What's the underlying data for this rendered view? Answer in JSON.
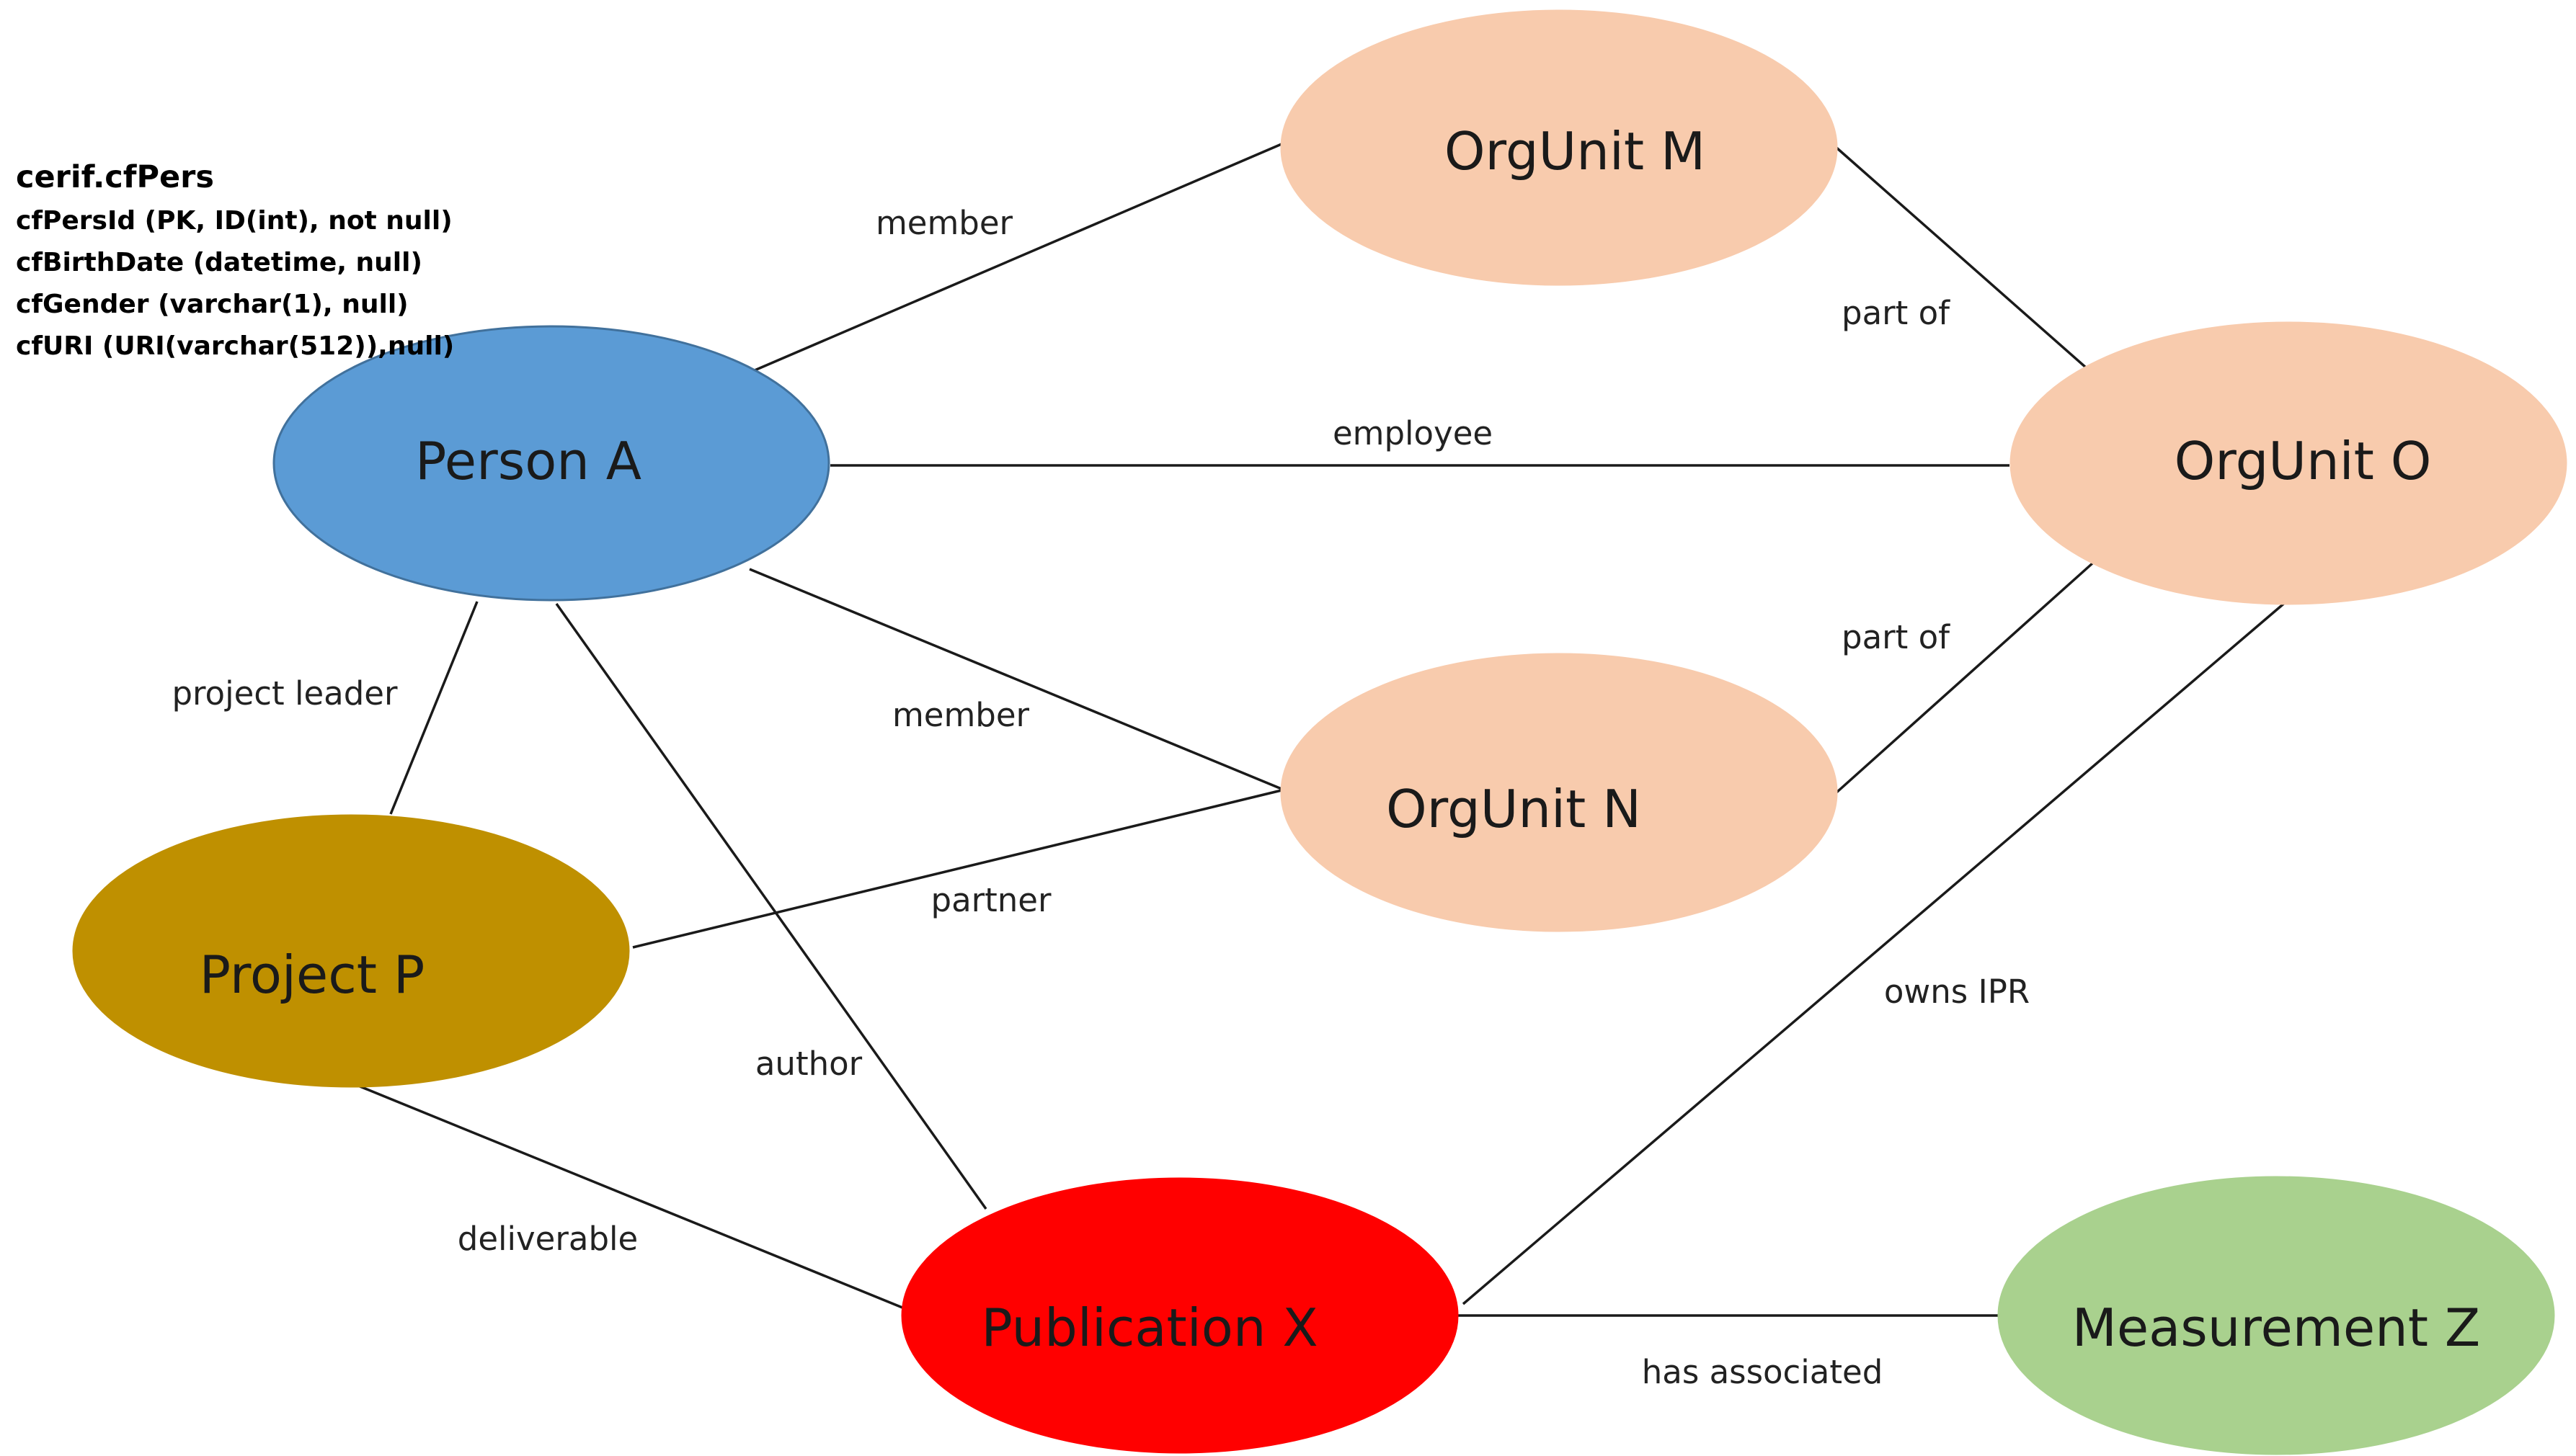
{
  "attributes_box": {
    "title": "cerif.cfPers",
    "lines": [
      "cfPersId (PK, ID(int), not null)",
      "cfBirthDate (datetime, null)",
      "cfGender (varchar(1), null)",
      "cfURI (URI(varchar(512)),null)"
    ]
  },
  "nodes": {
    "person_a": {
      "label": "Person A",
      "fill": "#5B9BD5",
      "stroke": "#41719C"
    },
    "orgunit_m": {
      "label": "OrgUnit M",
      "fill": "#F8CBAD",
      "stroke": "#F8CBAD"
    },
    "orgunit_o": {
      "label": "OrgUnit O",
      "fill": "#F8CBAD",
      "stroke": "#F8CBAD"
    },
    "orgunit_n": {
      "label": "OrgUnit N",
      "fill": "#F8CBAD",
      "stroke": "#F8CBAD"
    },
    "project_p": {
      "label": "Project P",
      "fill": "#BF9000",
      "stroke": "#BF9000"
    },
    "publication_x": {
      "label": "Publication X",
      "fill": "#FF0000",
      "stroke": "#FF0000"
    },
    "measurement_z": {
      "label": "Measurement Z",
      "fill": "#A9D18E",
      "stroke": "#A9D18E"
    }
  },
  "edges": {
    "person_orgm": "member",
    "orgm_orgo": "part of",
    "person_orgo": "employee",
    "orgn_orgo": "part of",
    "person_orgn": "member",
    "person_project": "project leader",
    "project_orgn": "partner",
    "person_publication": "author",
    "orgo_publication": "owns IPR",
    "project_publication": "deliverable",
    "publication_measurement": "has associated"
  }
}
